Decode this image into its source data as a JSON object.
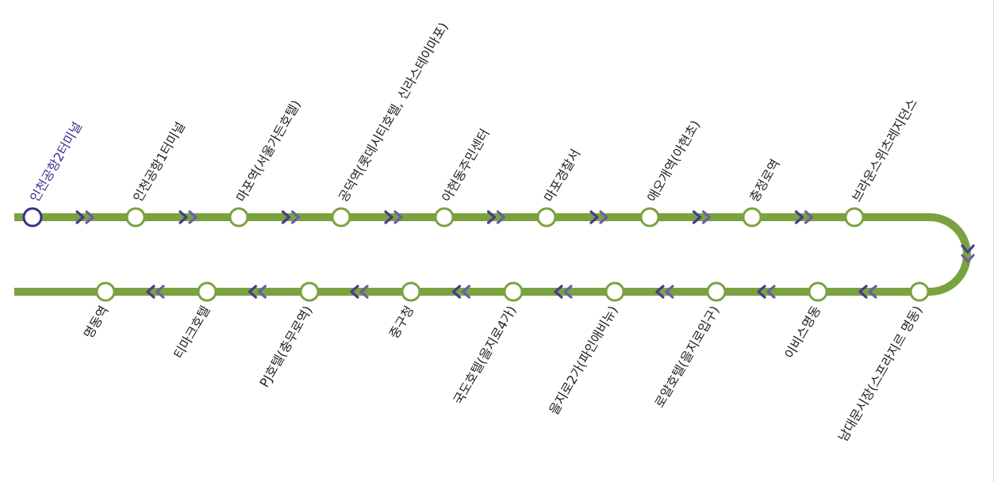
{
  "route": {
    "colors": {
      "line": "#7aa23f",
      "arrow": "#4a3a8c",
      "current": "#3b2f8c",
      "station_fill": "#ffffff",
      "text": "#222222"
    },
    "outbound_direction_icon": "double-chevron-right-icon",
    "inbound_direction_icon": "double-chevron-left-icon",
    "turn_direction_icon": "chevron-down-icon",
    "outbound_stops": [
      {
        "name": "인천공항2터미널",
        "current": true
      },
      {
        "name": "인천공항1터미널"
      },
      {
        "name": "마포역(서울가든호텔)"
      },
      {
        "name": "공덕역(롯데시티호텔, 신라스테이마포)"
      },
      {
        "name": "아현동주민센터"
      },
      {
        "name": "마포경찰서"
      },
      {
        "name": "애오개역(아현초)"
      },
      {
        "name": "충정로역"
      },
      {
        "name": "브라운스위츠레지던스"
      }
    ],
    "inbound_stops": [
      {
        "name": "남대문시장(스프라지르 명동)"
      },
      {
        "name": "이비스명동"
      },
      {
        "name": "로얄호텔(을지로입구)"
      },
      {
        "name": "을지로2가(파인애비뉴)"
      },
      {
        "name": "국도호텔(을지로4가)"
      },
      {
        "name": "중구청"
      },
      {
        "name": "PJ호텔(충무로역)"
      },
      {
        "name": "티마크호텔"
      },
      {
        "name": "명동역"
      }
    ]
  }
}
